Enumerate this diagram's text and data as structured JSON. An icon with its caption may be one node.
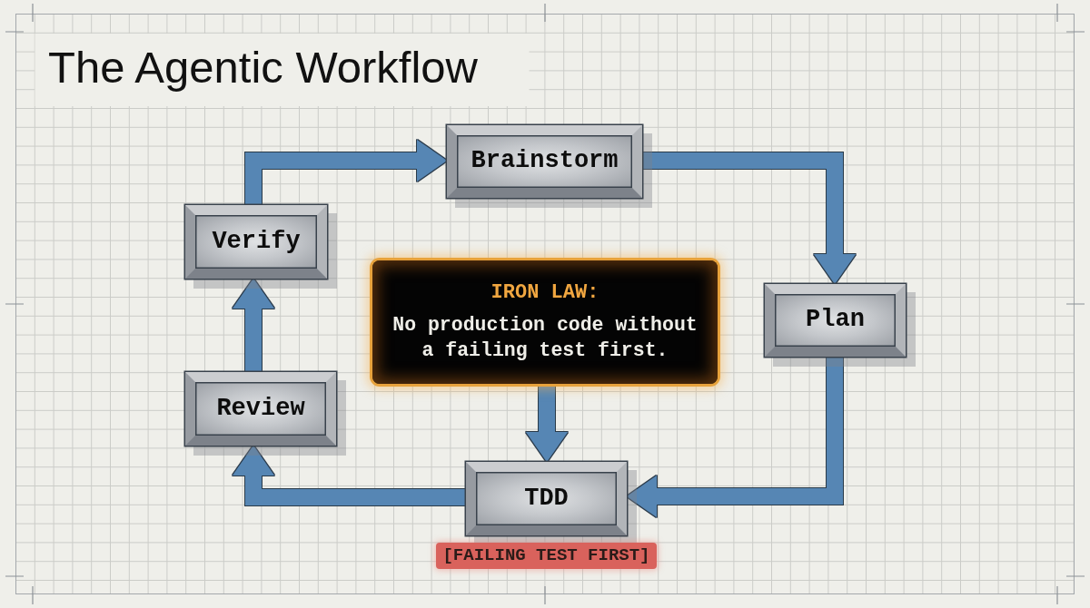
{
  "diagram": {
    "title": "The Agentic Workflow",
    "nodes": [
      {
        "text": [
          "Brainstorm"
        ]
      },
      {
        "text": [
          "Verify"
        ]
      },
      {
        "text": [
          "IRON LAW:",
          "No production code without a failing test first."
        ]
      },
      {
        "text": [
          "Plan"
        ]
      },
      {
        "text": [
          "Review"
        ]
      },
      {
        "text": [
          "TDD"
        ],
        "beside": [
          "[FAILING TEST FIRST]"
        ]
      }
    ],
    "edges": [
      {
        "from": 0,
        "to": 3,
        "arrow": "to"
      },
      {
        "from": 3,
        "to": 5,
        "arrow": "to"
      },
      {
        "from": 5,
        "to": 4,
        "arrow": "to"
      },
      {
        "from": 4,
        "to": 1,
        "arrow": "to"
      },
      {
        "from": 1,
        "to": 0,
        "arrow": "to"
      },
      {
        "from": 2,
        "to": 5,
        "arrow": "to"
      }
    ]
  }
}
